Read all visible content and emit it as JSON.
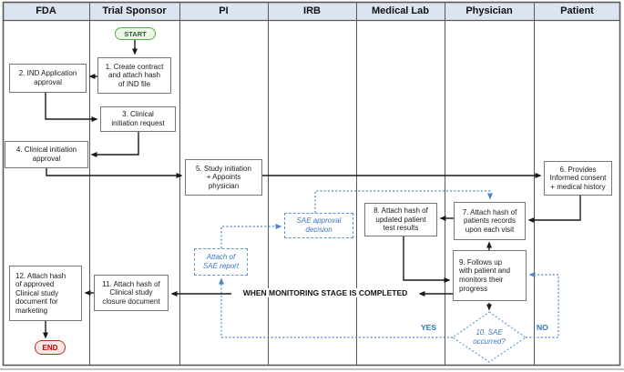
{
  "lanes": [
    {
      "label": "FDA"
    },
    {
      "label": "Trial Sponsor"
    },
    {
      "label": "PI"
    },
    {
      "label": "IRB"
    },
    {
      "label": "Medical Lab"
    },
    {
      "label": "Physician"
    },
    {
      "label": "Patient"
    }
  ],
  "nodes": {
    "start": {
      "label": "START"
    },
    "step1": {
      "label": "1. Create contract\nand attach hash\nof IND file"
    },
    "step2": {
      "label": "2. IND Application\napproval"
    },
    "step3": {
      "label": "3. Clinical\ninitiation request"
    },
    "step4": {
      "label": "4. Clinical initiation\napproval"
    },
    "step5": {
      "label": "5. Study initiation\n+ Appoints\nphysician"
    },
    "step6": {
      "label": "6. Provides\nInformed consent\n+ medical history"
    },
    "step7": {
      "label": "7. Attach hash of\npatients records\nupon each visit"
    },
    "step8": {
      "label": "8. Attach hash of\nupdated patient\ntest results"
    },
    "step9": {
      "label": "9. Follows up\nwith patient and\nmonitors their\nprogress"
    },
    "step10": {
      "label": "10. SAE\noccurred?"
    },
    "step11": {
      "label": "11. Attach hash of\nClinical study\nclosure document"
    },
    "step12": {
      "label": "12. Attach hash\nof approved\nClinical study\ndocument for\nmarketing"
    },
    "sae_report": {
      "label": "Attach of\nSAE report"
    },
    "sae_decision": {
      "label": "SAE approval\ndecision"
    },
    "end": {
      "label": "END"
    }
  },
  "labels": {
    "monitoring_complete": "WHEN MONITORING STAGE IS COMPLETED",
    "yes": "YES",
    "no": "NO"
  },
  "colors": {
    "header_fill": "#dce4f1",
    "box_border": "#767676",
    "solid_arrow": "#1a1a1a",
    "sae_blue": "#5b93d5",
    "sae_text_blue": "#3f76c0",
    "yes_no_blue": "#2e75b6",
    "start_green": "#54b348",
    "end_red": "#c00000",
    "grid_gray": "#595959"
  }
}
